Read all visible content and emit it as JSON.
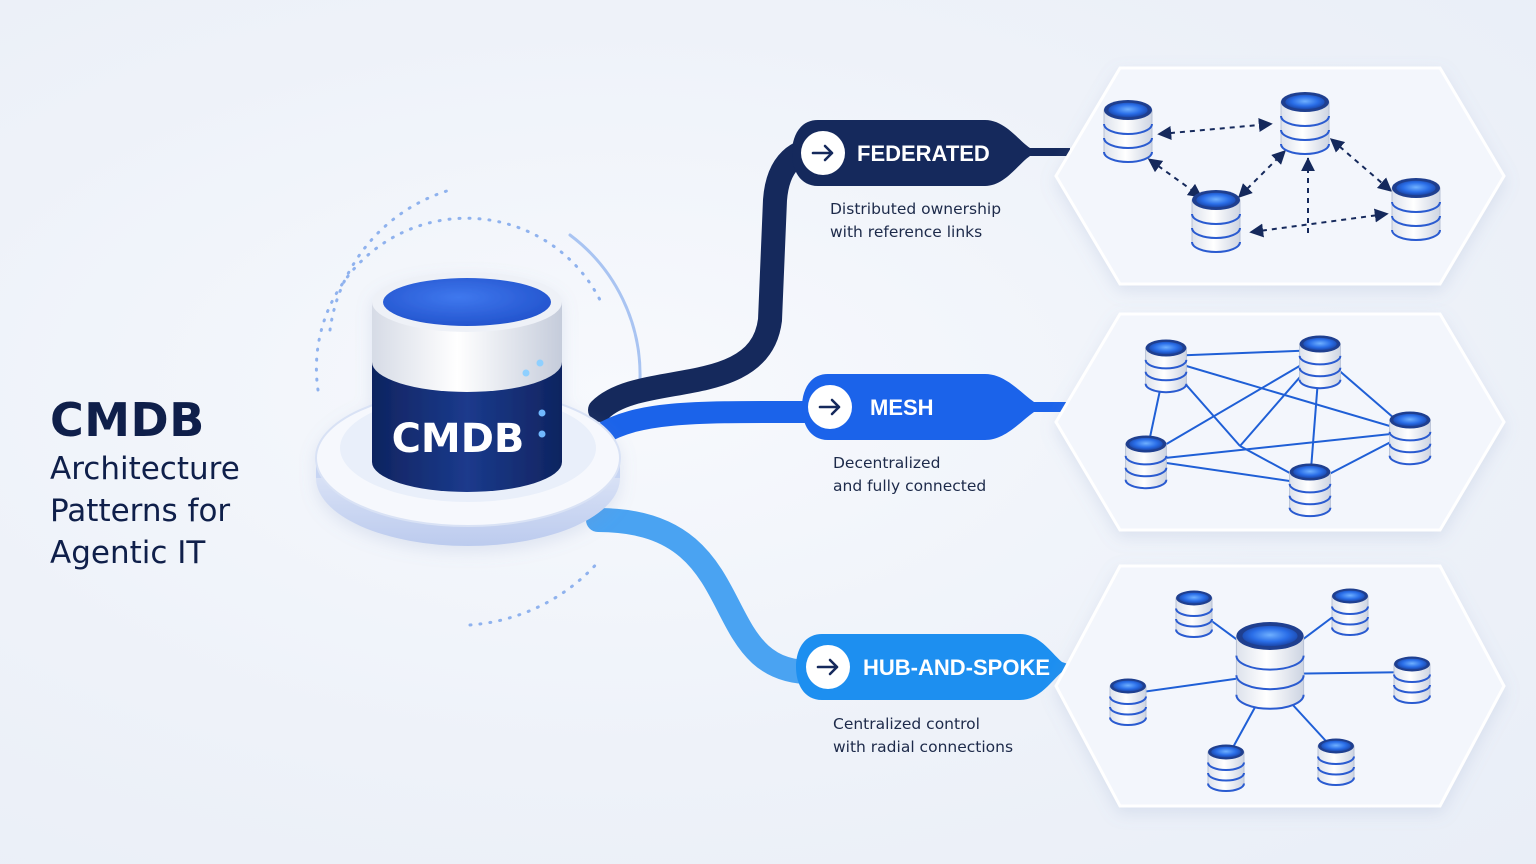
{
  "title": {
    "main": "CMDB",
    "subtitle": "Architecture Patterns for Agentic IT"
  },
  "database": {
    "label": "CMDB"
  },
  "patterns": [
    {
      "label": "FEDERATED",
      "description": [
        "Distributed ownership",
        "with reference links"
      ],
      "color": "#15295c",
      "icon": "arrow-right-icon",
      "topology": "federated"
    },
    {
      "label": "MESH",
      "description": [
        "Decentralized",
        "and fully connected"
      ],
      "color": "#1b63ea",
      "icon": "arrow-right-icon",
      "topology": "mesh"
    },
    {
      "label": "HUB-AND-SPOKE",
      "description": [
        "Centralized control",
        "with radial connections"
      ],
      "color": "#1d8ff0",
      "icon": "arrow-right-icon",
      "topology": "hub-and-spoke"
    }
  ],
  "colors": {
    "navy": "#0f1f4a",
    "db_blue": "#2f5fd8",
    "connector_light": "#4aa3f2"
  }
}
